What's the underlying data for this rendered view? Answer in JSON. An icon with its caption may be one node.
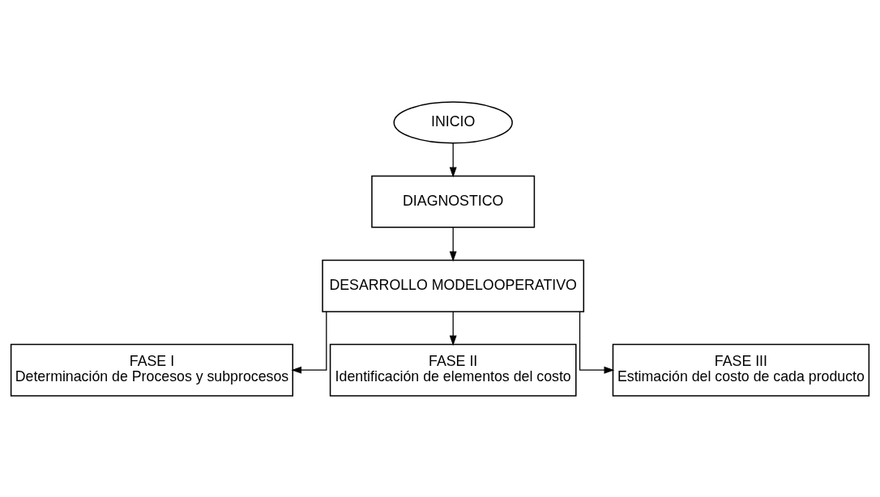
{
  "diagram": {
    "nodes": [
      {
        "text": [
          "INICIO"
        ]
      },
      {
        "text": [
          "DIAGNOSTICO"
        ]
      },
      {
        "text": [
          "DESARROLLO MODELOOPERATIVO"
        ]
      },
      {
        "text": [
          "FASE I",
          "Determinación de Procesos y subprocesos"
        ]
      },
      {
        "text": [
          "FASE II",
          "Identificación de elementos del costo"
        ]
      },
      {
        "text": [
          "FASE III",
          "Estimación del costo de cada producto"
        ]
      }
    ],
    "edges": [
      {
        "from": 0,
        "to": 1,
        "arrow": "to"
      },
      {
        "from": 1,
        "to": 2,
        "arrow": "to"
      },
      {
        "from": 2,
        "to": 3,
        "arrow": "to"
      },
      {
        "from": 2,
        "to": 4,
        "arrow": "to"
      },
      {
        "from": 2,
        "to": 5,
        "arrow": "to"
      }
    ]
  }
}
